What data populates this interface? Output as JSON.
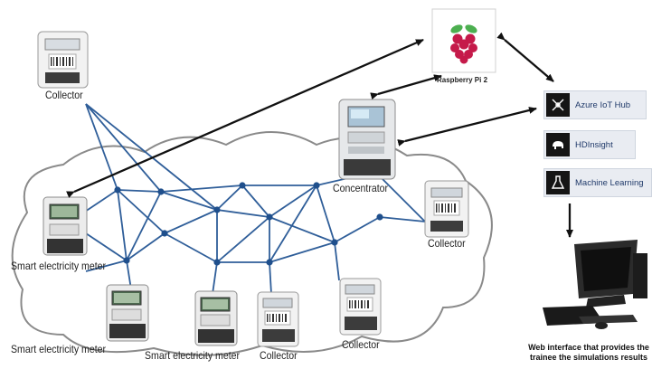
{
  "labels": {
    "collector_top": "Collector",
    "collector_right": "Collector",
    "collector_bottom_mid": "Collector",
    "collector_bottom_right": "Collector",
    "concentrator": "Concentrator",
    "meter_left": "Smart electricity meter",
    "meter_bottom_left": "Smart electricity meter",
    "meter_bottom_mid": "Smart electricity meter",
    "raspberry": "Raspberry Pi 2"
  },
  "services": [
    {
      "label": "Azure IoT Hub",
      "icon": "iot-hub-icon"
    },
    {
      "label": "HDInsight",
      "icon": "hdinsight-elephant-icon"
    },
    {
      "label": "Machine Learning",
      "icon": "machine-learning-flask-icon"
    }
  ],
  "caption": {
    "line1": "Web interface that provides the",
    "line2": "trainee the simulations results"
  },
  "colors": {
    "mesh": "#2f5e99",
    "node": "#1f4f8c",
    "arrow": "#111111",
    "service_text": "#203a6a",
    "raspberry_red": "#c51a4a",
    "raspberry_green": "#4caf50"
  }
}
